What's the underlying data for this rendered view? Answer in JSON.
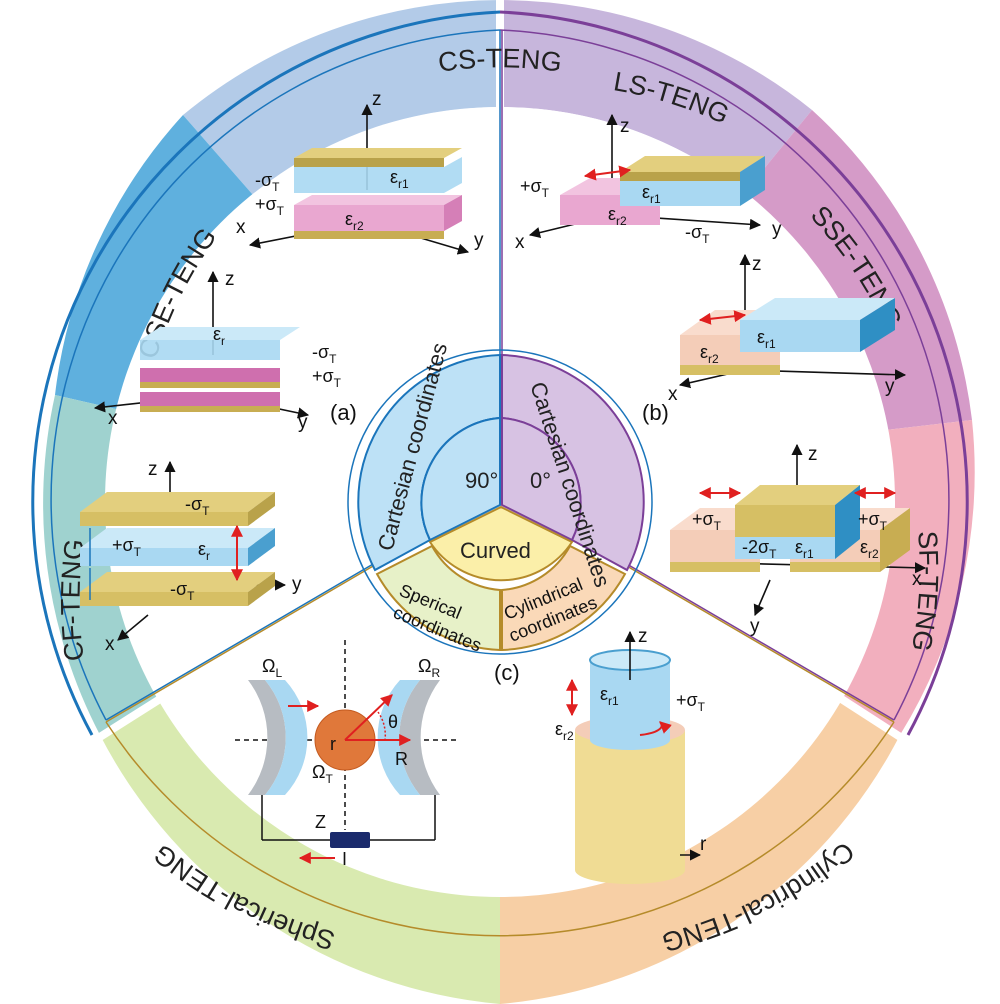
{
  "ring_labels": {
    "cs": "CS-TENG",
    "cse": "CSE-TENG",
    "cf": "CF-TENG",
    "ls": "LS-TENG",
    "sse": "SSE-TENG",
    "sf": "SF-TENG",
    "spherical": "Spherical-TENG",
    "cylindrical": "Cylindrical-TENG"
  },
  "center": {
    "cartesian_left": "Cartesian coordinates",
    "cartesian_right": "Cartesian coordinates",
    "angle_left": "90°",
    "angle_right": "0°",
    "curved": "Curved",
    "sperical_line1": "Sperical",
    "sperical_line2": "coordinates",
    "cylindrical_line1": "Cylindrical",
    "cylindrical_line2": "coordinates"
  },
  "panel_labels": {
    "a": "(a)",
    "b": "(b)",
    "c": "(c)"
  },
  "axes": {
    "x": "x",
    "y": "y",
    "z": "z",
    "r": "r"
  },
  "symbols": {
    "epsilon": "ε",
    "sub_r": "r",
    "sub_r1": "r1",
    "sub_r2": "r2",
    "minus_sigma": "-σ",
    "plus_sigma": "+σ",
    "minus_two_sigma": "-2σ",
    "sub_t": "T",
    "omega_l": "Ω",
    "omega_r": "Ω",
    "omega_t": "Ω",
    "sub_l": "L",
    "sub_rr": "R",
    "theta": "θ",
    "big_r": "R",
    "small_r": "r",
    "z_load": "Z",
    "current": "I"
  },
  "colors": {
    "cs_ring": "#b3cbe8",
    "cse_ring": "#5fb0de",
    "cf_ring": "#9fd2cf",
    "ls_ring": "#c7b6dc",
    "sse_ring": "#d59bc8",
    "sf_ring": "#f2afbe",
    "spherical_ring": "#d9eab0",
    "cylindrical_ring": "#f7cfa5",
    "blue_divider": "#1b75bb",
    "purple_divider": "#7b3f98",
    "gold_divider": "#b58b2a",
    "electrode": "#d6bf64",
    "dielectric_blue": "#a9d8f2",
    "dielectric_pink": "#e9a7d0",
    "dielectric_peach": "#f4cdb8"
  }
}
